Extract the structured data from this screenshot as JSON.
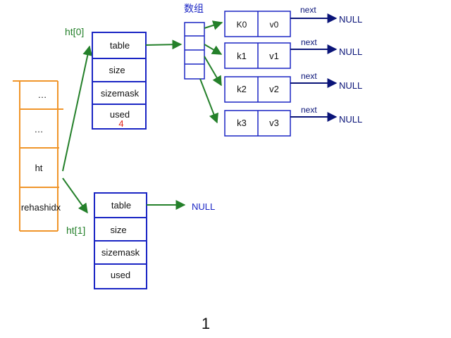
{
  "colors": {
    "orange": "#f0952a",
    "blue": "#1a25c4",
    "green": "#24802a",
    "red": "#e0261b",
    "navy": "#0a1478",
    "black": "#111111"
  },
  "dict_struct": {
    "rows": [
      "…",
      "…",
      "ht",
      "rehashidx"
    ]
  },
  "ht0": {
    "label": "ht[0]",
    "fields": [
      "table",
      "size",
      "sizemask",
      "used"
    ],
    "used_value": "4"
  },
  "ht1": {
    "label": "ht[1]",
    "fields": [
      "table",
      "size",
      "sizemask",
      "used"
    ],
    "table_target": "NULL"
  },
  "bucket_array": {
    "label": "数组"
  },
  "entries": [
    {
      "key": "K0",
      "value": "v0",
      "next_label": "next",
      "next_target": "NULL"
    },
    {
      "key": "k1",
      "value": "v1",
      "next_label": "next",
      "next_target": "NULL"
    },
    {
      "key": "k2",
      "value": "v2",
      "next_label": "next",
      "next_target": "NULL"
    },
    {
      "key": "k3",
      "value": "v3",
      "next_label": "next",
      "next_target": "NULL"
    }
  ],
  "page_number": "1"
}
